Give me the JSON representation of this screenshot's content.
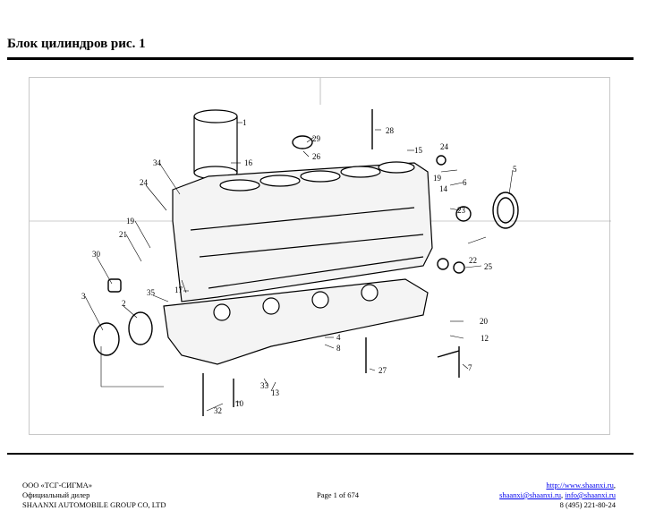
{
  "page": {
    "title": "Блок цилиндров рис. 1"
  },
  "figure": {
    "callouts": [
      "1",
      "2",
      "3",
      "4",
      "5",
      "6",
      "7",
      "8",
      "10",
      "12",
      "13",
      "14",
      "15",
      "16",
      "17",
      "19",
      "19",
      "20",
      "21",
      "22",
      "23",
      "24",
      "24",
      "25",
      "26",
      "27",
      "28",
      "29",
      "30",
      "32",
      "33",
      "34",
      "35"
    ]
  },
  "footer": {
    "company": "ООО «ТСГ-СИГМА»",
    "dealer": "Официальный дилер",
    "group": "SHAANXI AUTOMOBILE GROUP CO, LTD",
    "page_number": "Page 1 of 674",
    "website": "http://www.shaanxi.ru",
    "email1": "shaanxi@shaanxi.ru",
    "email2": "info@shaanxi.ru",
    "phone": "8 (495) 221-80-24"
  }
}
